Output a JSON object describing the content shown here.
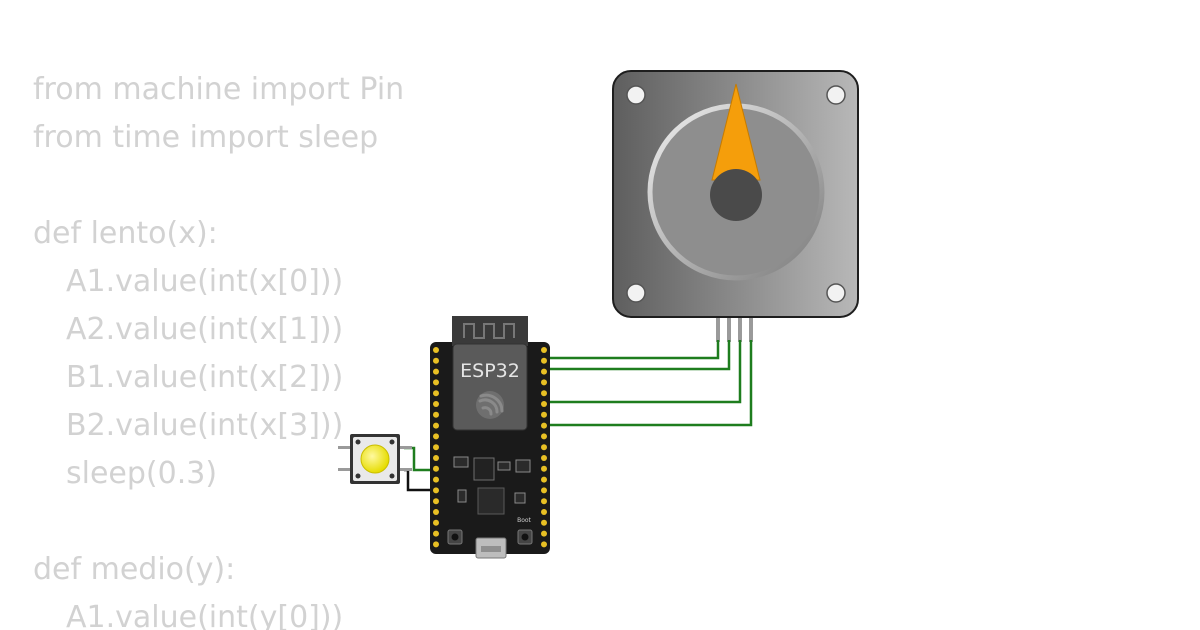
{
  "code": {
    "lines": [
      {
        "text": "from machine import Pin",
        "indent": false
      },
      {
        "text": "from time import sleep",
        "indent": false
      },
      {
        "text": "",
        "indent": false
      },
      {
        "text": "def lento(x):",
        "indent": false
      },
      {
        "text": "A1.value(int(x[0]))",
        "indent": true
      },
      {
        "text": "A2.value(int(x[1]))",
        "indent": true
      },
      {
        "text": "B1.value(int(x[2]))",
        "indent": true
      },
      {
        "text": "B2.value(int(x[3]))",
        "indent": true
      },
      {
        "text": "sleep(0.3)",
        "indent": true
      },
      {
        "text": "",
        "indent": false
      },
      {
        "text": "def medio(y):",
        "indent": false
      },
      {
        "text": "A1.value(int(y[0]))",
        "indent": true
      }
    ]
  },
  "board": {
    "label": "ESP32",
    "boot_label": "Boot"
  },
  "colors": {
    "code_text": "#d2d2d2",
    "board": "#1a1a1a",
    "pin_pad": "#e8c024",
    "wire": "#1e7d1e",
    "button_cap": "#f2ea14",
    "motor_dial": "#f59e0b",
    "motor_body": "#8a8a8a"
  }
}
